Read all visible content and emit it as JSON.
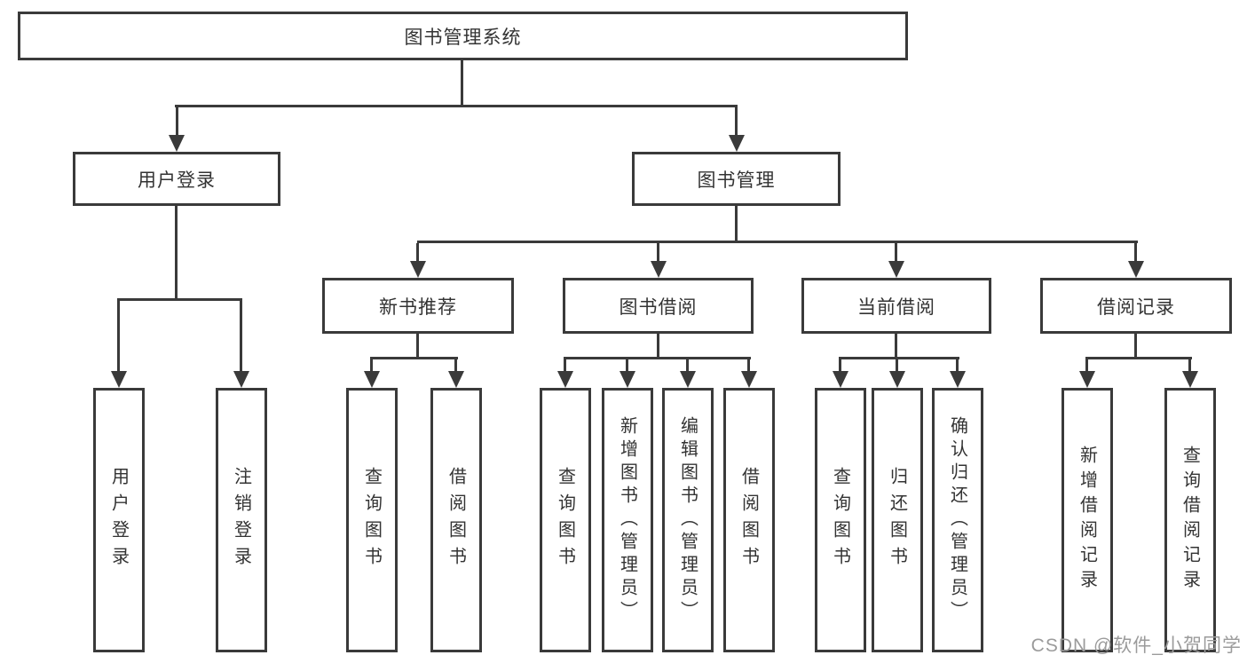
{
  "diagram": {
    "type": "hierarchy-tree",
    "title": "图书管理系统",
    "colors": {
      "line": "#3a3a3a",
      "border": "#3a3a3a",
      "text": "#333333",
      "background": "#ffffff",
      "watermark_text_color": "#9b9b9b"
    },
    "nodes": {
      "root": "图书管理系统",
      "user_login": "用户登录",
      "book_mgmt": "图书管理",
      "new_book_rec": "新书推荐",
      "book_borrow": "图书借阅",
      "current_borrow": "当前借阅",
      "borrow_records": "借阅记录",
      "leaf_user_login": "用户登录",
      "leaf_logout": "注销登录",
      "leaf_query_book_1": "查询图书",
      "leaf_borrow_book_1": "借阅图书",
      "leaf_query_book_2": "查询图书",
      "leaf_add_book": "新增图书（管理员）",
      "leaf_edit_book": "编辑图书（管理员）",
      "leaf_borrow_book_2": "借阅图书",
      "leaf_query_book_3": "查询图书",
      "leaf_return_book": "归还图书",
      "leaf_confirm_return": "确认归还（管理员）",
      "leaf_add_record": "新增借阅记录",
      "leaf_query_record": "查询借阅记录"
    },
    "tree": {
      "label": "图书管理系统",
      "children": [
        {
          "label": "用户登录",
          "children": [
            {
              "label": "用户登录"
            },
            {
              "label": "注销登录"
            }
          ]
        },
        {
          "label": "图书管理",
          "children": [
            {
              "label": "新书推荐",
              "children": [
                {
                  "label": "查询图书"
                },
                {
                  "label": "借阅图书"
                }
              ]
            },
            {
              "label": "图书借阅",
              "children": [
                {
                  "label": "查询图书"
                },
                {
                  "label": "新增图书（管理员）"
                },
                {
                  "label": "编辑图书（管理员）"
                },
                {
                  "label": "借阅图书"
                }
              ]
            },
            {
              "label": "当前借阅",
              "children": [
                {
                  "label": "查询图书"
                },
                {
                  "label": "归还图书"
                },
                {
                  "label": "确认归还（管理员）"
                }
              ]
            },
            {
              "label": "借阅记录",
              "children": [
                {
                  "label": "新增借阅记录"
                },
                {
                  "label": "查询借阅记录"
                }
              ]
            }
          ]
        }
      ]
    },
    "watermark": "CSDN @软件_小贺同学"
  }
}
